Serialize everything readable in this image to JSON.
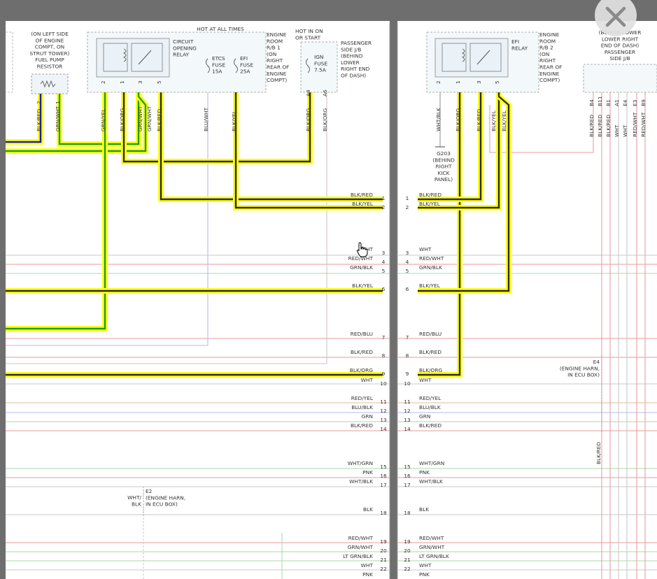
{
  "colors": {
    "wire_highlight": "#ffff1a",
    "wire_black": "#2a2a2a",
    "wire_green": "#1e9e1e",
    "wire_blue": "#1a1ab4",
    "wire_pink": "#e89a9a",
    "wire_lavender": "#b8b8e8",
    "wire_lightgreen": "#a8d8a8",
    "wire_orange": "#e8b890",
    "wire_gray": "#c8c8c8"
  },
  "labels": {
    "fuel_pump_resistor": [
      "(ON LEFT SIDE",
      "OF ENGINE",
      "COMPT, ON",
      "STRUT TOWER)",
      "FUEL PUMP",
      "RESISTOR"
    ],
    "hot_at_all_times": "HOT AT ALL TIMES",
    "circuit_opening_relay": [
      "CIRCUIT",
      "OPENING",
      "RELAY"
    ],
    "etcs_fuse": [
      "ETCS",
      "FUSE",
      "15A"
    ],
    "efi_fuse": [
      "EFI",
      "FUSE",
      "25A"
    ],
    "engine_room_rb1": [
      "ENGINE",
      "ROOM",
      "R/B 1",
      "(ON",
      "RIGHT",
      "REAR OF",
      "ENGINE",
      "COMPT)"
    ],
    "hot_in_on": [
      "HOT IN ON",
      "OR START"
    ],
    "ign_fuse": [
      "IGN",
      "FUSE",
      "7.5A"
    ],
    "passenger_jb_1": [
      "PASSENGER",
      "SIDE J/B",
      "(BEHIND",
      "LOWER",
      "RIGHT END",
      "OF DASH)"
    ],
    "efi_relay": [
      "EFI",
      "RELAY"
    ],
    "engine_room_rb2": [
      "ENGINE",
      "ROOM",
      "R/B 2",
      "(ON",
      "RIGHT",
      "REAR OF",
      "ENGINE",
      "COMPT)"
    ],
    "passenger_jb_2": [
      "(BEHIND LOWER",
      "LOWER RIGHT",
      "END OF DASH)",
      "PASSENGER",
      "SIDE J/B"
    ],
    "g203": [
      "G203",
      "(BEHIND",
      "RIGHT",
      "KICK",
      "PANEL)"
    ],
    "e4": [
      "E4",
      "(ENGINE HARN,",
      "IN ECU BOX)"
    ],
    "e2": [
      "E2",
      "(ENGINE HARN,",
      "IN ECU BOX)"
    ],
    "e2_wire": [
      "WHT/",
      "BLK"
    ],
    "right_blkred_vertical": "BLK/RED"
  },
  "resistor_pins": [
    "2",
    "1"
  ],
  "relay1_pins": [
    "2",
    "1",
    "3",
    "5"
  ],
  "jb1_pins": [
    "A4",
    "A6"
  ],
  "relay2_pins": [
    "2",
    "1",
    "3",
    "5"
  ],
  "jb2_pins": [
    "B4",
    "B11",
    "B1",
    "A1",
    "E4",
    "E3",
    "B9"
  ],
  "top_wires_left": [
    "BLK/RED",
    "GRN/WHT",
    "GRN/YEL",
    "BLK/ORG",
    "GRN/WHT",
    "GRN/WHT",
    "BLK/RED",
    "BLU/WHT",
    "BLK/YEL",
    "BLK/ORG",
    "BLK/ORG"
  ],
  "top_wires_right": [
    "WHT/BLK",
    "BLK/ORG",
    "BLK/RED",
    "BLK/YEL",
    "BLK/YEL"
  ],
  "jb2_wires": [
    "BLK/RED",
    "BLK/RED",
    "BLK/RED",
    "WHT",
    "WHT",
    "RED/WHT",
    "RED/WHT"
  ],
  "connector_rows": [
    {
      "pin": "1",
      "left": "BLK/RED",
      "right": "BLK/RED"
    },
    {
      "pin": "2",
      "left": "BLK/YEL",
      "right": "BLK/YEL"
    },
    {
      "pin": "3",
      "left": "WHT",
      "right": "WHT"
    },
    {
      "pin": "4",
      "left": "RED/WHT",
      "right": "RED/WHT"
    },
    {
      "pin": "5",
      "left": "GRN/BLK",
      "right": "GRN/BLK"
    },
    {
      "pin": "6",
      "left": "BLK/YEL",
      "right": "BLK/YEL"
    },
    {
      "pin": "7",
      "left": "RED/BLU",
      "right": "RED/BLU"
    },
    {
      "pin": "8",
      "left": "BLK/RED",
      "right": "BLK/RED"
    },
    {
      "pin": "9",
      "left": "BLK/ORG",
      "right": "BLK/ORG"
    },
    {
      "pin": "10",
      "left": "WHT",
      "right": "WHT"
    },
    {
      "pin": "11",
      "left": "RED/YEL",
      "right": "RED/YEL"
    },
    {
      "pin": "12",
      "left": "BLU/BLK",
      "right": "BLU/BLK"
    },
    {
      "pin": "13",
      "left": "GRN",
      "right": "GRN"
    },
    {
      "pin": "14",
      "left": "BLK/RED",
      "right": "BLK/RED"
    },
    {
      "pin": "15",
      "left": "WHT/GRN",
      "right": "WHT/GRN"
    },
    {
      "pin": "16",
      "left": "PNK",
      "right": "PNK"
    },
    {
      "pin": "17",
      "left": "WHT/BLK",
      "right": "WHT/BLK"
    },
    {
      "pin": "18",
      "left": "BLK",
      "right": "BLK"
    },
    {
      "pin": "19",
      "left": "RED/WHT",
      "right": "RED/WHT"
    },
    {
      "pin": "20",
      "left": "GRN/WHT",
      "right": "GRN/WHT"
    },
    {
      "pin": "21",
      "left": "LT GRN/BLK",
      "right": "LT GRN/BLK"
    },
    {
      "pin": "22",
      "left": "WHT",
      "right": "WHT"
    },
    {
      "pin": "",
      "left": "PNK",
      "right": "PNK"
    }
  ]
}
